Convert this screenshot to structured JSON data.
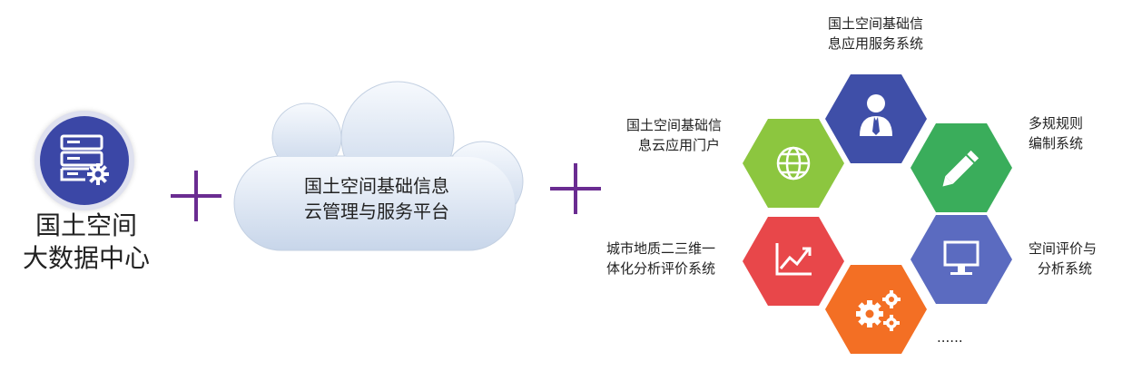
{
  "colors": {
    "datacenter_circle": "#3b47a6",
    "plus": "#6a2c91",
    "hex_top": "#3f4fa8",
    "hex_top_right": "#3aad5b",
    "hex_bottom_right": "#5b6bc0",
    "hex_bottom": "#f36f24",
    "hex_bottom_left": "#e8474a",
    "hex_top_left": "#8cc63f"
  },
  "datacenter": {
    "icon": "server-gear-icon",
    "label_line1": "国土空间",
    "label_line2": "大数据中心"
  },
  "cloud": {
    "line1": "国土空间基础信息",
    "line2": "云管理与服务平台"
  },
  "systems": {
    "top": {
      "line1": "国土空间基础信",
      "line2": "息应用服务系统",
      "icon": "user-icon"
    },
    "top_right": {
      "line1": "多规规则",
      "line2": "编制系统",
      "icon": "pencil-icon"
    },
    "bottom_right": {
      "line1": "空间评价与",
      "line2": "分析系统",
      "icon": "monitor-icon"
    },
    "bottom": {
      "label": "......",
      "icon": "gears-icon"
    },
    "bottom_left": {
      "line1": "城市地质二三维一",
      "line2": "体化分析评价系统",
      "icon": "chart-icon"
    },
    "top_left": {
      "line1": "国土空间基础信",
      "line2": "息云应用门户",
      "icon": "globe-icon"
    }
  }
}
